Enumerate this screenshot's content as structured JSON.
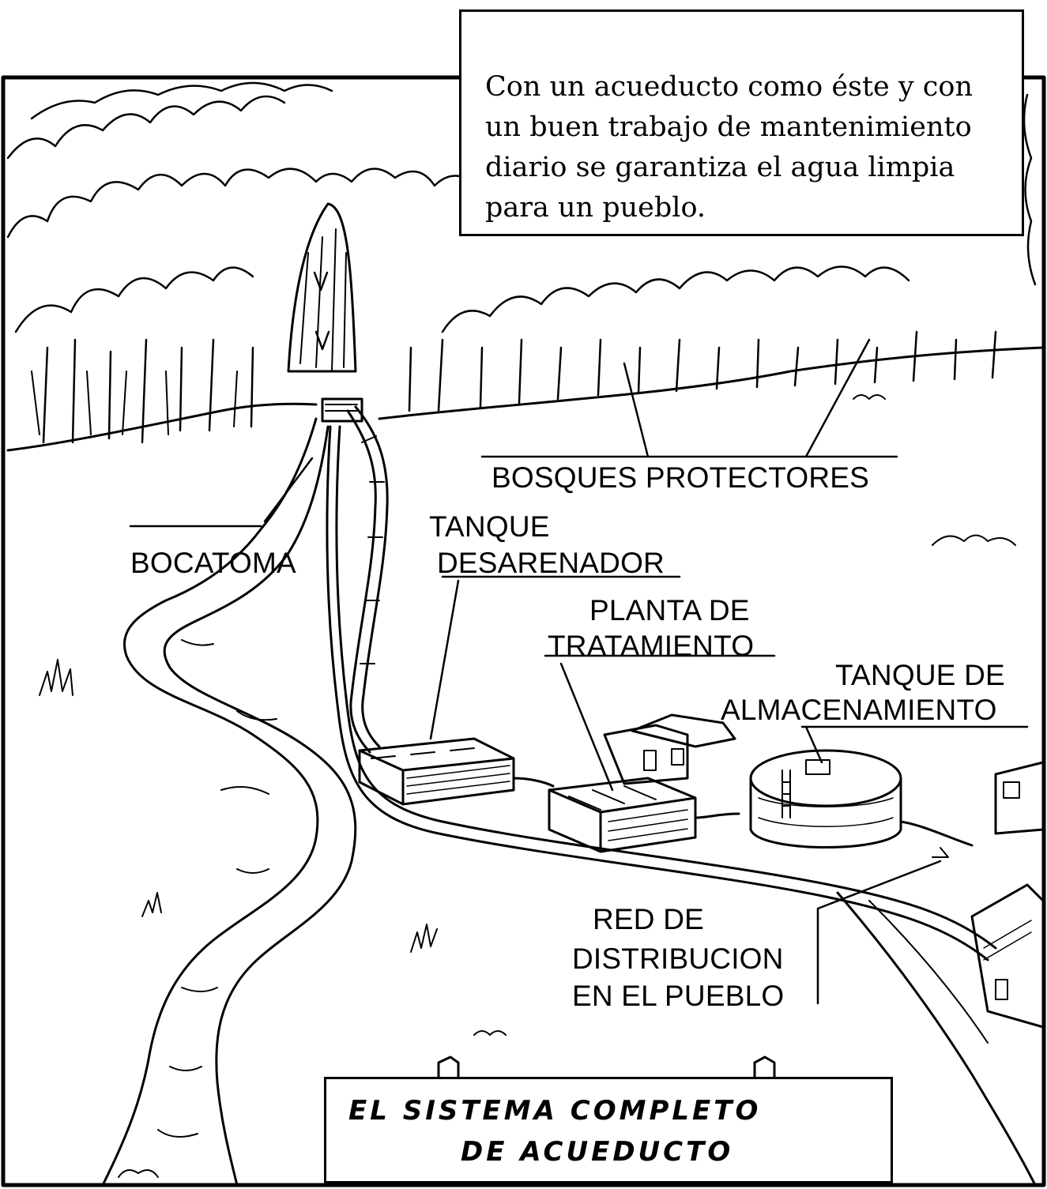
{
  "caption": {
    "lines": [
      "Con un acueducto como éste y con",
      "un buen trabajo de mantenimiento",
      "diario se garantiza el agua limpia",
      "para un pueblo."
    ]
  },
  "labels": {
    "bosques": "BOSQUES PROTECTORES",
    "bocatoma": "BOCATOMA",
    "desarenador_1": "TANQUE",
    "desarenador_2": "DESARENADOR",
    "planta_1": "PLANTA DE",
    "planta_2": "TRATAMIENTO",
    "almacenamiento_1": "TANQUE DE",
    "almacenamiento_2": "ALMACENAMIENTO",
    "red_1": "RED DE",
    "red_2": "DISTRIBUCION",
    "red_3": "EN EL PUEBLO"
  },
  "sign": {
    "line1": "EL  SISTEMA  COMPLETO",
    "line2": "DE ACUEDUCTO"
  }
}
